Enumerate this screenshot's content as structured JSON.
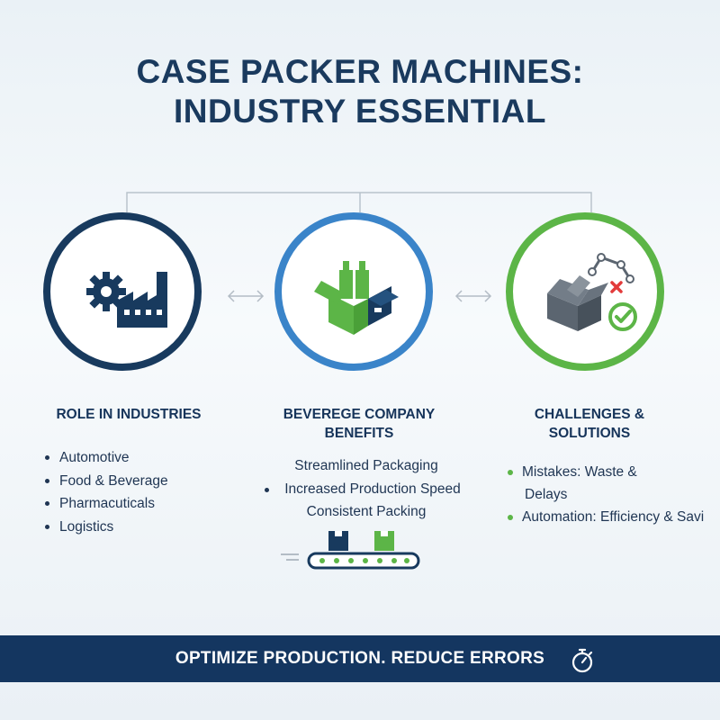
{
  "title": {
    "line1": "CASE PACKER MACHINES:",
    "line2": "INDUSTRY ESSENTIAL"
  },
  "colors": {
    "navy": "#183a5e",
    "blue": "#3a84c9",
    "green": "#5cb547",
    "footer": "#143660"
  },
  "sections": [
    {
      "heading": "ROLE IN INDUSTRIES",
      "icon": "gear-factory-icon",
      "items": [
        "Automotive",
        "Food & Beverage",
        "Pharmacuticals",
        "Logistics"
      ]
    },
    {
      "heading_line1": "BEVEREGE COMPANY",
      "heading_line2": "BENEFITS",
      "icon": "bottles-in-box-icon",
      "items": [
        "Streamlined Packaging",
        "Increased Production Speed",
        "Consistent Packing"
      ]
    },
    {
      "heading_line1": "CHALLENGES &",
      "heading_line2": "SOLUTIONS",
      "icon": "robotic-arm-box-check-icon",
      "items": [
        {
          "line1": "Mistakes: Waste &",
          "line2": "Delays"
        },
        {
          "line1": "Automation: Efficiency & Savi"
        }
      ]
    }
  ],
  "footer": {
    "text": "OPTIMIZE PRODUCTION. REDUCE ERRORS",
    "icon": "stopwatch-icon"
  },
  "decor": {
    "arrows": "double-arrow-icon",
    "conveyor": "conveyor-belt-icon"
  }
}
